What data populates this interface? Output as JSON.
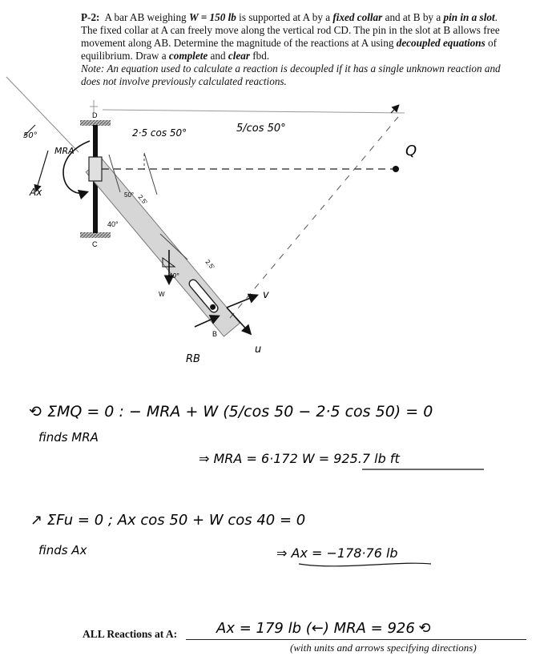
{
  "problem": {
    "number": "P-2:",
    "s1": "A bar AB weighing ",
    "weight_expr": "W = 150 lb",
    "s2": " is supported at A by a ",
    "fixed_collar": "fixed collar",
    "s3": " and at B by a ",
    "pin_in_slot": "pin in a slot",
    "s4": ". The fixed collar at A can freely move along the vertical rod CD. The pin in the slot at B allows free movement along AB. Determine the magnitude of the reactions at A using ",
    "decoupled": "decoupled equations",
    "s5": " of equilibrium. Draw a ",
    "complete": "complete",
    "s6": " and ",
    "clear": "clear",
    "s7": " fbd.",
    "note": "Note: An equation used to calculate a reaction is decoupled if it has a single unknown reaction and does not involve previously calculated reactions."
  },
  "diagram": {
    "label_D": "D",
    "label_C": "C",
    "label_B": "B",
    "label_W": "W",
    "angle_40": "40°",
    "angle_50": "50°",
    "dim_25_upper": "2.5'",
    "dim_25_lower": "2.5'",
    "hw_angle_50": "50°",
    "hw_MRA": "MRA",
    "hw_Ax": "Ax",
    "hw_horiz": "2·5 cos 50°",
    "hw_slant": "5/cos 50°",
    "hw_point": "Q",
    "hw_v": "v",
    "hw_u": "u",
    "hw_RB": "RB",
    "hw_W40": "40°"
  },
  "work": {
    "eq1": "⟲ ΣMQ = 0 :  − MRA + W (5/cos 50 − 2·5 cos 50) = 0",
    "eq1_note": "finds MRA",
    "eq1_result": "⇒ MRA = 6·172 W = 925.7 lb ft",
    "eq2": "↗ ΣFu = 0 ;   Ax cos 50 + W cos 40 = 0",
    "eq2_note": "finds Ax",
    "eq2_result": "⇒ Ax = −178·76 lb"
  },
  "answer": {
    "label": "ALL Reactions at A:",
    "hw_answer": "Ax = 179 lb (←)    MRA = 926 ⟲",
    "note": "(with units and arrows specifying directions)"
  }
}
